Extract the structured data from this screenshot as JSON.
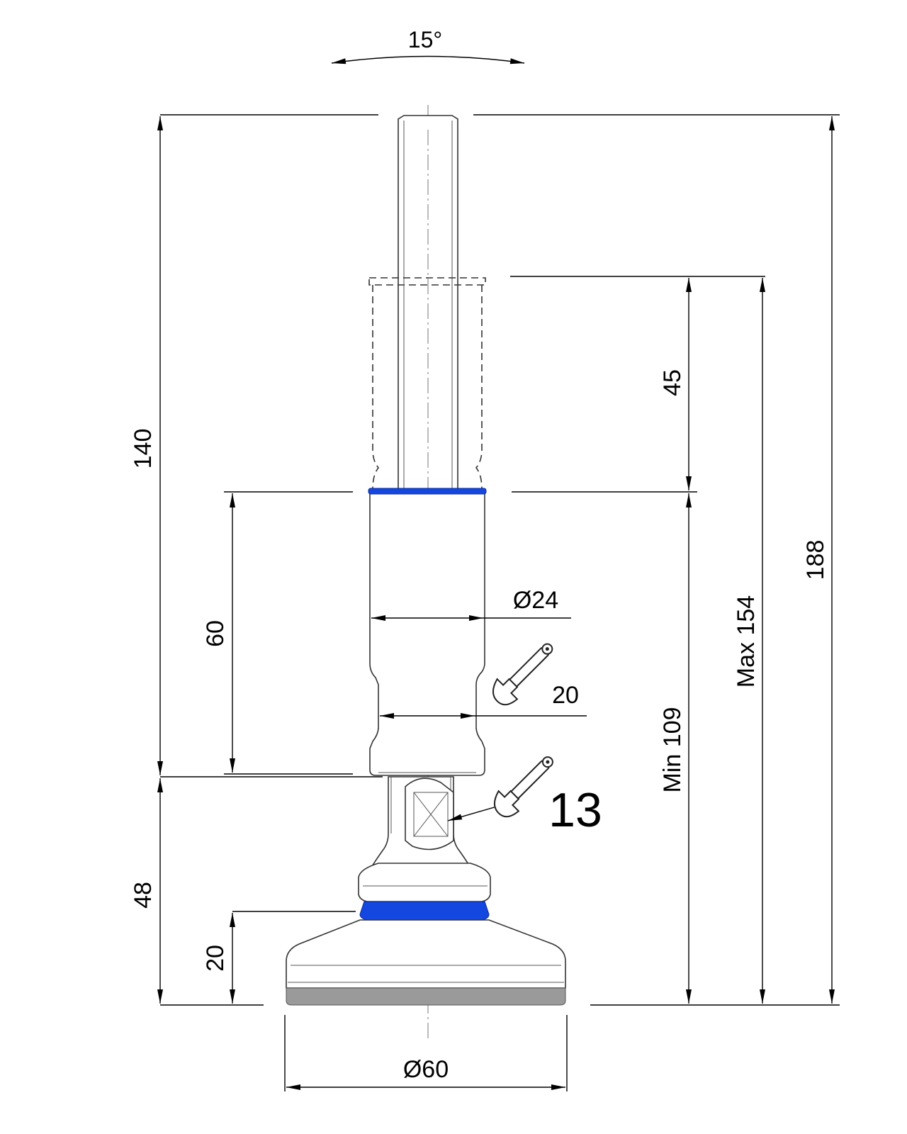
{
  "colors": {
    "line": "#000000",
    "part_outline": "#333333",
    "seal": "#1446e0",
    "pad": "#9a9a9a"
  },
  "icons": [
    "wrench-icon",
    "wrench-icon"
  ],
  "dimensions": {
    "tilt": "15°",
    "overall_height": "188",
    "threaded_stud": "140",
    "max_height": "Max 154",
    "min_height": "Min 109",
    "adjust_range": "45",
    "housing_length": "60",
    "housing_diameter": "Ø24",
    "wrench_size_housing": "20",
    "wrench_size_base": "13",
    "base_height": "48",
    "pad_height": "20",
    "base_diameter": "Ø60"
  }
}
